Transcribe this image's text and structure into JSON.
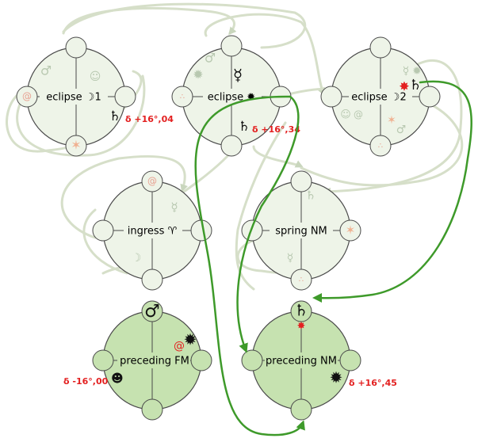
{
  "colors": {
    "light_fill": "#eef4e8",
    "dark_fill": "#c6e2b0",
    "outline": "#4a4a4a",
    "faint_line": "#d6dfc9",
    "green_arrow": "#3e9a2a",
    "red": "#e32020",
    "faint_glyph": "#b8c8b0"
  },
  "nodes": {
    "eclipse_moon1": {
      "label": "eclipse ☽1",
      "tag": "δ +16°,04"
    },
    "eclipse_sun": {
      "label": "eclipse ✹",
      "tag": "δ +16°,34"
    },
    "eclipse_moon2": {
      "label": "eclipse ☽2"
    },
    "ingress": {
      "label": "ingress ♈"
    },
    "spring_nm": {
      "label": "spring NM"
    },
    "preceding_fm": {
      "label": "preceding FM",
      "tag": "δ -16°,00"
    },
    "preceding_nm": {
      "label": "preceding NM",
      "tag": "δ +16°,45"
    }
  },
  "glyphs": {
    "saturn": "♄",
    "mercury": "☿",
    "mars": "♂",
    "sun": "✹",
    "burst": "✸",
    "star": "✶",
    "moon": "☽"
  },
  "icons": [
    "saturn-icon",
    "mercury-icon",
    "mars-icon",
    "sun-icon",
    "red-burst-icon",
    "spiral-icon",
    "face-icon",
    "star-icon",
    "moon-icon"
  ]
}
